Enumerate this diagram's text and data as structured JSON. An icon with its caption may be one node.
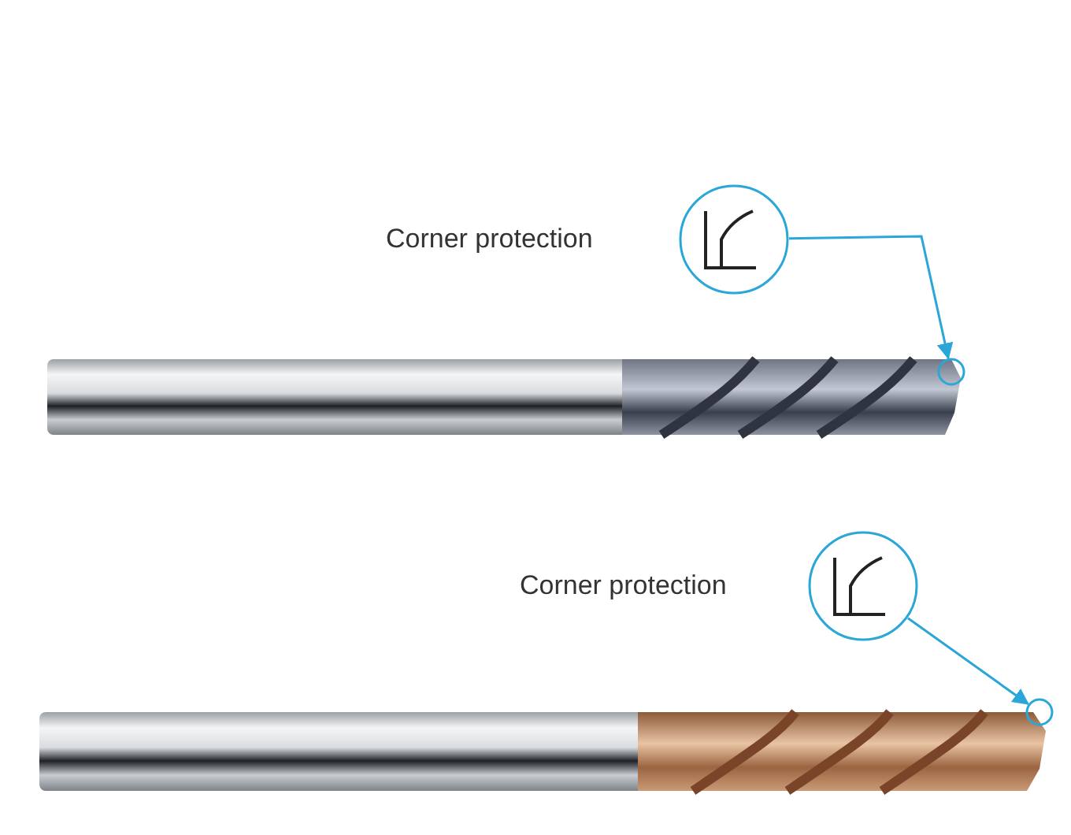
{
  "diagram": {
    "nodes": [
      {
        "text": [],
        "shape": "circle",
        "beside": [
          "Corner protection"
        ]
      },
      {
        "text": [],
        "shape": "circle"
      },
      {
        "text": [],
        "shape": "circle",
        "beside": [
          "Corner protection"
        ]
      },
      {
        "text": [],
        "shape": "circle"
      }
    ],
    "edges": [
      {
        "from": 0,
        "to": 1,
        "arrow": "to"
      },
      {
        "from": 2,
        "to": 3,
        "arrow": "to"
      }
    ]
  }
}
